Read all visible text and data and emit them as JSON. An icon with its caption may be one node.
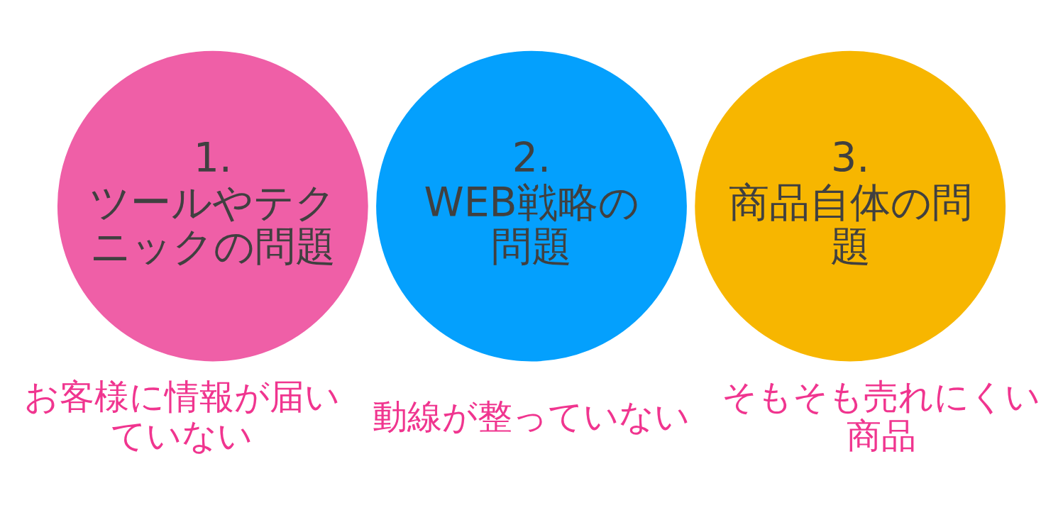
{
  "diagram": {
    "nodes": [
      {
        "text": [
          "1.",
          "ツールやテクニックの問題"
        ],
        "beside": [
          "お客様に情報が届いていない"
        ]
      },
      {
        "text": [
          "2.",
          "WEB戦略の問題"
        ],
        "beside": [
          "動線が整っていない"
        ]
      },
      {
        "text": [
          "3.",
          "商品自体の問題"
        ],
        "beside": [
          "そもそも売れにくい商品"
        ]
      }
    ],
    "edges": []
  }
}
